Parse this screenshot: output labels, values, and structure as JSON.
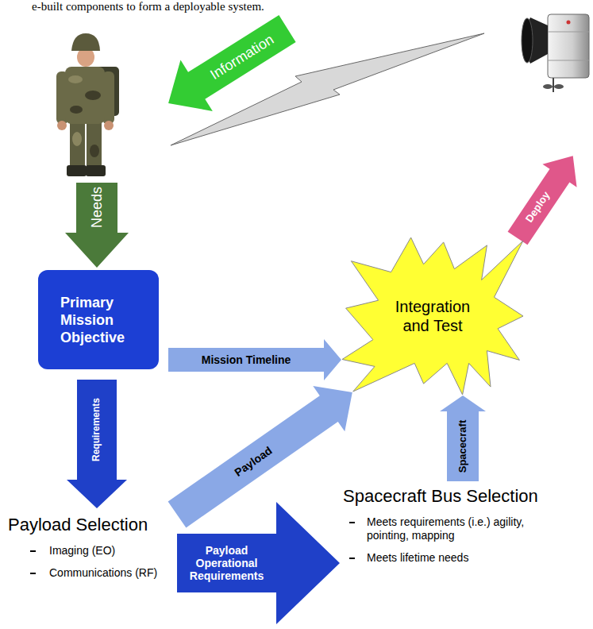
{
  "diagram": {
    "nodes": [
      {
        "text": [
          "Primary Mission Objective"
        ]
      },
      {
        "text": [
          "Integration and Test"
        ]
      },
      {
        "text": [
          "Payload Selection",
          "Imaging (EO)",
          "Communications (RF)"
        ]
      },
      {
        "text": [
          "Spacecraft Bus Selection",
          "Meets requirements (i.e.) agility, pointing, mapping",
          "Meets lifetime needs"
        ]
      }
    ],
    "edges": [
      {
        "from": 0,
        "to": 1,
        "arrow": "to",
        "label": "Mission Timeline"
      },
      {
        "from": 0,
        "to": 2,
        "arrow": "to",
        "label": "Requirements"
      },
      {
        "from": 2,
        "to": 1,
        "arrow": "to",
        "label": "Payload"
      },
      {
        "from": 2,
        "to": 3,
        "arrow": "to",
        "label": "Payload Operational Requirements"
      },
      {
        "from": 3,
        "to": 1,
        "arrow": "to",
        "label": "Spacecraft"
      }
    ],
    "labels": [
      "e-built components to form a deployable system.",
      "Information",
      "Needs",
      "Deploy"
    ]
  }
}
